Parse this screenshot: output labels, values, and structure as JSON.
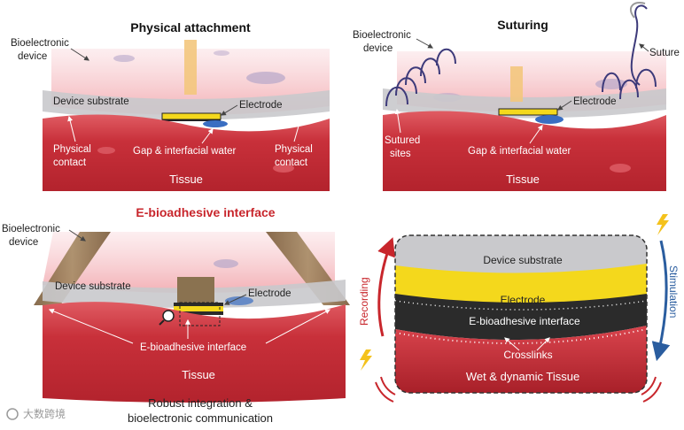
{
  "panels": {
    "physical": {
      "title": "Physical attachment",
      "bioelectronic_device": [
        "Bioelectronic",
        "device"
      ],
      "device_substrate": "Device substrate",
      "electrode": "Electrode",
      "physical_contact_left": [
        "Physical",
        "contact"
      ],
      "physical_contact_right": [
        "Physical",
        "contact"
      ],
      "gap": "Gap & interfacial water",
      "tissue": "Tissue"
    },
    "suturing": {
      "title": "Suturing",
      "bioelectronic_device": [
        "Bioelectronic",
        "device"
      ],
      "suture": "Suture",
      "electrode": "Electrode",
      "sutured_sites": [
        "Sutured",
        "sites"
      ],
      "gap": "Gap & interfacial water",
      "tissue": "Tissue"
    },
    "bioadhesive": {
      "title": "E-bioadhesive interface",
      "bioelectronic_device": [
        "Bioelectronic",
        "device"
      ],
      "device_substrate": "Device substrate",
      "electrode": "Electrode",
      "interface": "E-bioadhesive interface",
      "tissue": "Tissue",
      "caption": [
        "Robust integration &",
        "bioelectronic communication"
      ]
    },
    "zoom": {
      "device_substrate": "Device substrate",
      "electrode": "Electrode",
      "interface": "E-bioadhesive interface",
      "crosslinks": "Crosslinks",
      "tissue": "Wet & dynamic Tissue",
      "recording": "Recording",
      "stimulation": "Stimulation"
    }
  },
  "watermark": "大数跨境",
  "colors": {
    "tissue": "#c8303a",
    "tissue_light": "#e9737a",
    "substrate": "#c9c9cc",
    "electrode": "#f4d81c",
    "adhesive": "#2b2b2b",
    "recording_arrow": "#c8262c",
    "stimulation_arrow": "#2a5d9f",
    "accent_title": "#c8262c"
  }
}
